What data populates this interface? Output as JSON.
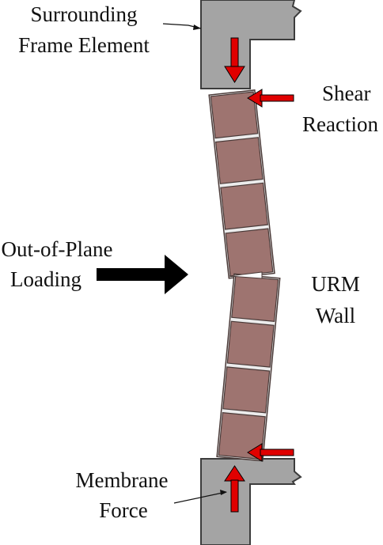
{
  "labels": {
    "frame_line1": "Surrounding",
    "frame_line2": "Frame Element",
    "shear_line1": "Shear",
    "shear_line2": "Reaction",
    "load_line1": "Out-of-Plane",
    "load_line2": "Loading",
    "wall_line1": "URM",
    "wall_line2": "Wall",
    "membrane_line1": "Membrane",
    "membrane_line2": "Force"
  },
  "colors": {
    "frame_fill": "#a4a4a4",
    "frame_stroke": "#3c3c3c",
    "brick_fill": "#9e7470",
    "brick_stroke": "#4a3a38",
    "mortar": "#ececec",
    "force_arrow": "#e00000",
    "load_arrow": "#000000",
    "text": "#111111"
  },
  "wall": {
    "upper_bricks": 4,
    "lower_bricks": 4
  }
}
